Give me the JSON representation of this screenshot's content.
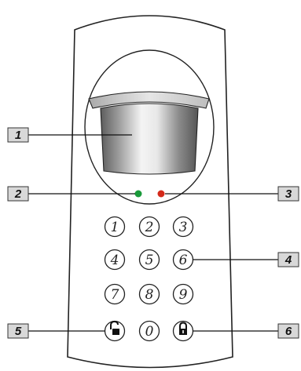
{
  "callouts": [
    {
      "id": "1",
      "side": "left",
      "points_to": "sensor-window"
    },
    {
      "id": "2",
      "side": "left",
      "points_to": "led-green"
    },
    {
      "id": "3",
      "side": "right",
      "points_to": "led-red"
    },
    {
      "id": "4",
      "side": "right",
      "points_to": "key-6"
    },
    {
      "id": "5",
      "side": "left",
      "points_to": "key-unlock"
    },
    {
      "id": "6",
      "side": "right",
      "points_to": "key-lock"
    }
  ],
  "keypad": {
    "rows": [
      [
        "1",
        "2",
        "3"
      ],
      [
        "4",
        "5",
        "6"
      ],
      [
        "7",
        "8",
        "9"
      ]
    ],
    "bottom": {
      "left_icon": "unlock-icon",
      "middle": "0",
      "right_icon": "lock-icon"
    }
  },
  "leds": [
    {
      "name": "led-green",
      "color": "#1a9a3a"
    },
    {
      "name": "led-red",
      "color": "#d42a1a"
    }
  ],
  "colors": {
    "outline": "#222222",
    "callout_fill": "#d8d8d8",
    "sensor_dark": "#6f6f6f",
    "sensor_light": "#f2f2f2"
  }
}
